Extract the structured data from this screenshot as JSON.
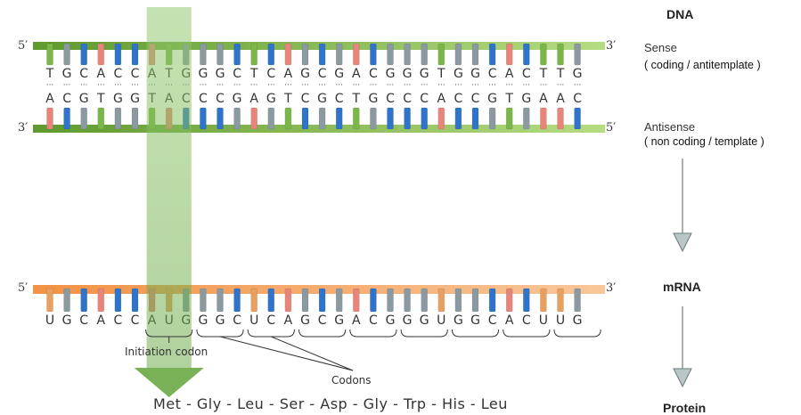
{
  "dna_title": "DNA",
  "mrna_title": "mRNA",
  "protein_title": "Protein",
  "sense": {
    "label": "Sense",
    "sub": "( coding / antitemplate )",
    "end_left": "5′",
    "end_right": "3′",
    "bases": "TGCACCATGGGCTCAGCGACGGGTGGCACTTG"
  },
  "antisense": {
    "label": "Antisense",
    "sub": "( non coding / template )",
    "end_left": "3′",
    "end_right": "5′",
    "bases": "ACGTGGTACCCGAGTCGCTGCCCACCGTGAAC"
  },
  "mrna": {
    "end_left": "5′",
    "end_right": "3′",
    "bases": "UGCACCAUGGGCUCAGCGACGGGUGGCACUUG"
  },
  "initiation_label": "Initiation codon",
  "codons_label": "Codons",
  "amino_acids": [
    "Met",
    "Gly",
    "Leu",
    "Ser",
    "Asp",
    "Gly",
    "Trp",
    "His",
    "Leu"
  ],
  "colors": {
    "A": "#e8857a",
    "T": "#7ab648",
    "U": "#e8a060",
    "G": "#8a9aa0",
    "C": "#2f74c8",
    "dna_backbone": "#7ab648",
    "mrna_backbone": "#f5a25d",
    "highlight": "#8fc96b"
  }
}
